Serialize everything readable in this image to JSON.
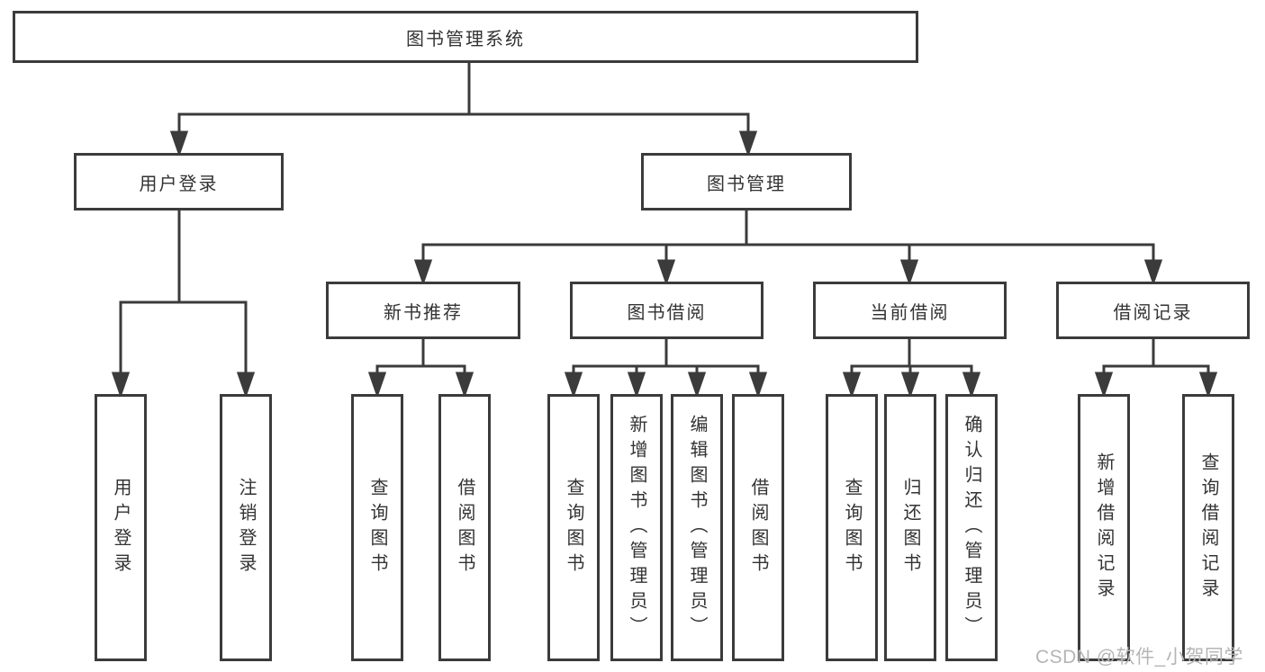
{
  "diagram": {
    "root": {
      "label": "图书管理系统"
    },
    "branches": [
      {
        "label": "用户登录",
        "children": [
          {
            "label": "用户登录"
          },
          {
            "label": "注销登录"
          }
        ]
      },
      {
        "label": "图书管理",
        "children": [
          {
            "label": "新书推荐",
            "children": [
              {
                "label": "查询图书"
              },
              {
                "label": "借阅图书"
              }
            ]
          },
          {
            "label": "图书借阅",
            "children": [
              {
                "label": "查询图书"
              },
              {
                "label": "新增图书（管理员）"
              },
              {
                "label": "编辑图书（管理员）"
              },
              {
                "label": "借阅图书"
              }
            ]
          },
          {
            "label": "当前借阅",
            "children": [
              {
                "label": "查询图书"
              },
              {
                "label": "归还图书"
              },
              {
                "label": "确认归还（管理员）"
              }
            ]
          },
          {
            "label": "借阅记录",
            "children": [
              {
                "label": "新增借阅记录"
              },
              {
                "label": "查询借阅记录"
              }
            ]
          }
        ]
      }
    ],
    "colors": {
      "line": "#3b3b3b",
      "box_border": "#3b3b3b",
      "box_fill": "#ffffff",
      "text": "#333333",
      "watermark": "#b5b5b5"
    }
  },
  "watermark": {
    "text": "CSDN @软件_小贺同学"
  }
}
